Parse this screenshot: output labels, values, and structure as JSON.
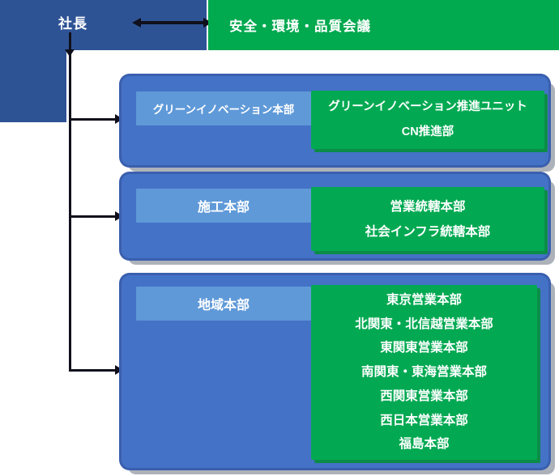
{
  "colors": {
    "navy": "#2e5395",
    "section_blue": "#4472c6",
    "section_rim_blue": "#3a5fae",
    "header_light_blue": "#5f99d8",
    "green": "#01a94f",
    "green_shadow": "#0b8c47",
    "gray_shadow": "#7a8390",
    "connector_black": "#10101c",
    "text_white": "#ffffff"
  },
  "chart": {
    "president": "社長",
    "council": "安全・環境・品質会議",
    "sections": [
      {
        "header": "グリーンイノベーション本部",
        "depts": [
          "グリーンイノベーション推進ユニット",
          "CN推進部"
        ]
      },
      {
        "header": "施工本部",
        "depts": [
          "営業統轄本部",
          "社会インフラ統轄本部"
        ]
      },
      {
        "header": "地域本部",
        "depts": [
          "東京営業本部",
          "北関東・北信越営業本部",
          "東関東営業本部",
          "南関東・東海営業本部",
          "西関東営業本部",
          "西日本営業本部",
          "福島本部"
        ]
      }
    ]
  }
}
